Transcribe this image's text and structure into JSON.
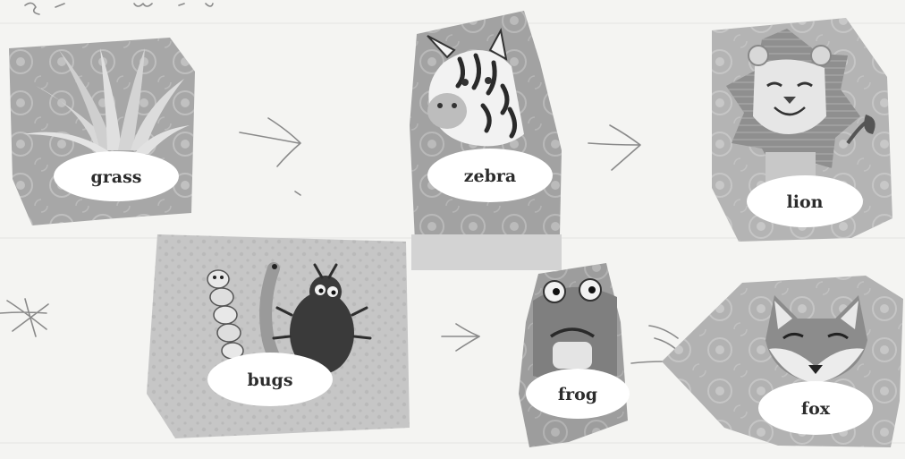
{
  "diagram": {
    "organisms": {
      "grass": "grass",
      "zebra": "zebra",
      "lion": "lion",
      "bugs": "bugs",
      "frog": "frog",
      "fox": "fox"
    }
  }
}
